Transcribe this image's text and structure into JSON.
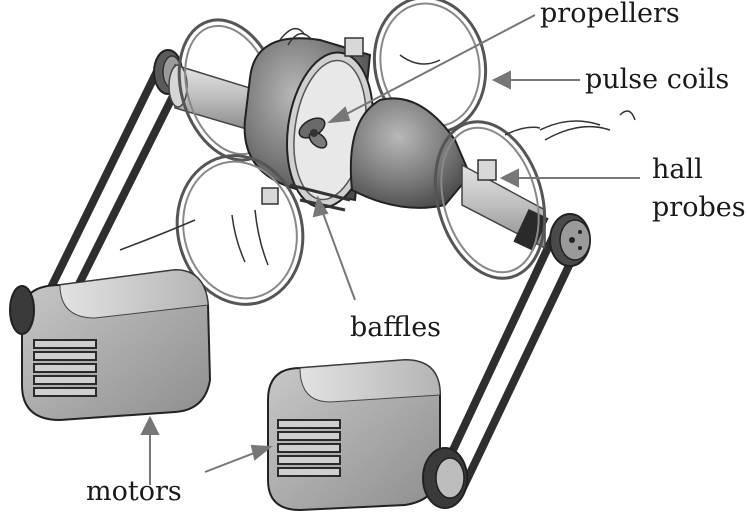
{
  "labels": {
    "propellers": "propellers",
    "pulse_coils": "pulse coils",
    "hall": "hall",
    "probes": "probes",
    "baffles": "baffles",
    "motors": "motors"
  }
}
